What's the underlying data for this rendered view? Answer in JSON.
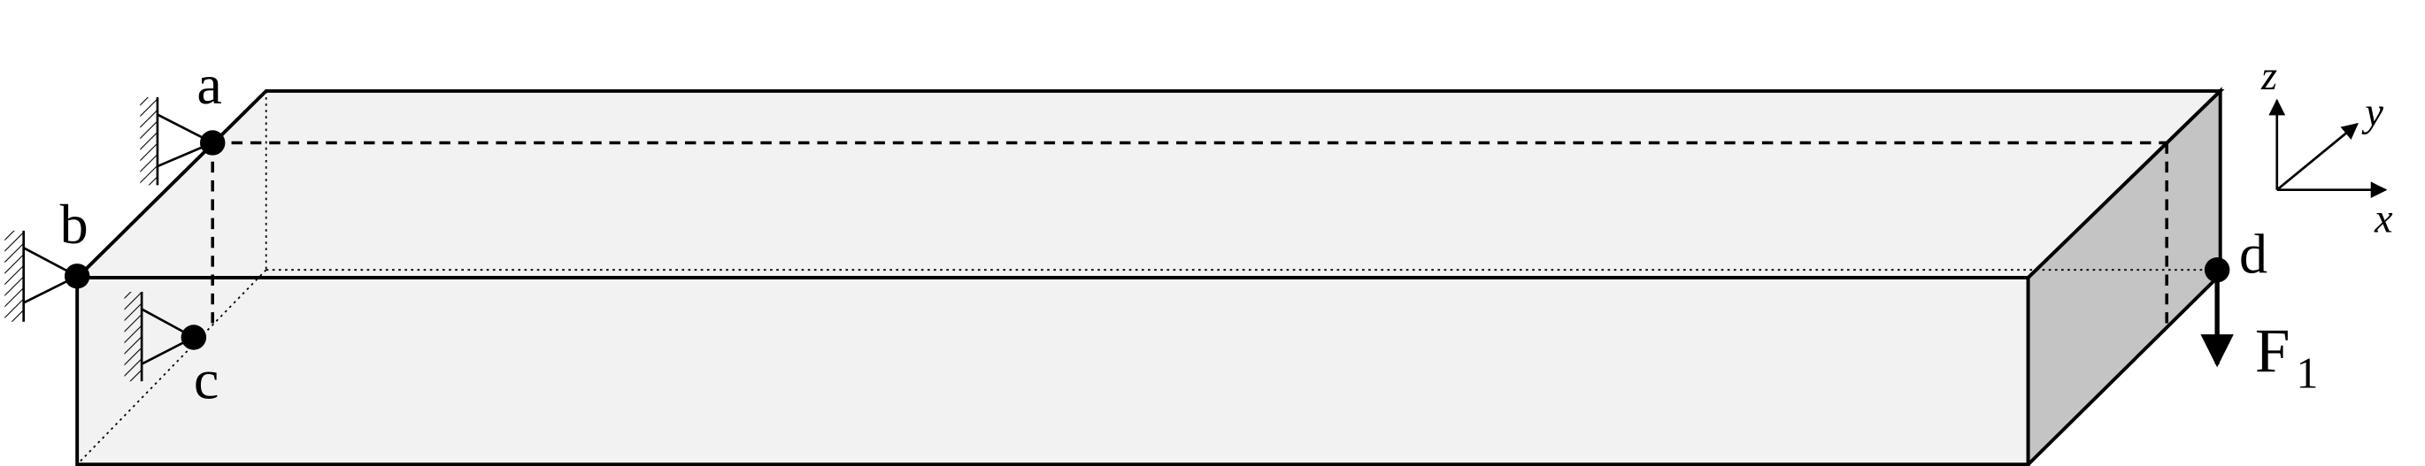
{
  "labels": {
    "node_a": "a",
    "node_b": "b",
    "node_c": "c",
    "node_d": "d",
    "force_main": "F",
    "force_sub": "1"
  },
  "axes": {
    "x": "x",
    "y": "y",
    "z": "z"
  },
  "colors": {
    "top_face": "#f2f2f2",
    "front_face": "#f2f2f2",
    "end_face": "#c4c4c4",
    "stroke": "#000000"
  }
}
